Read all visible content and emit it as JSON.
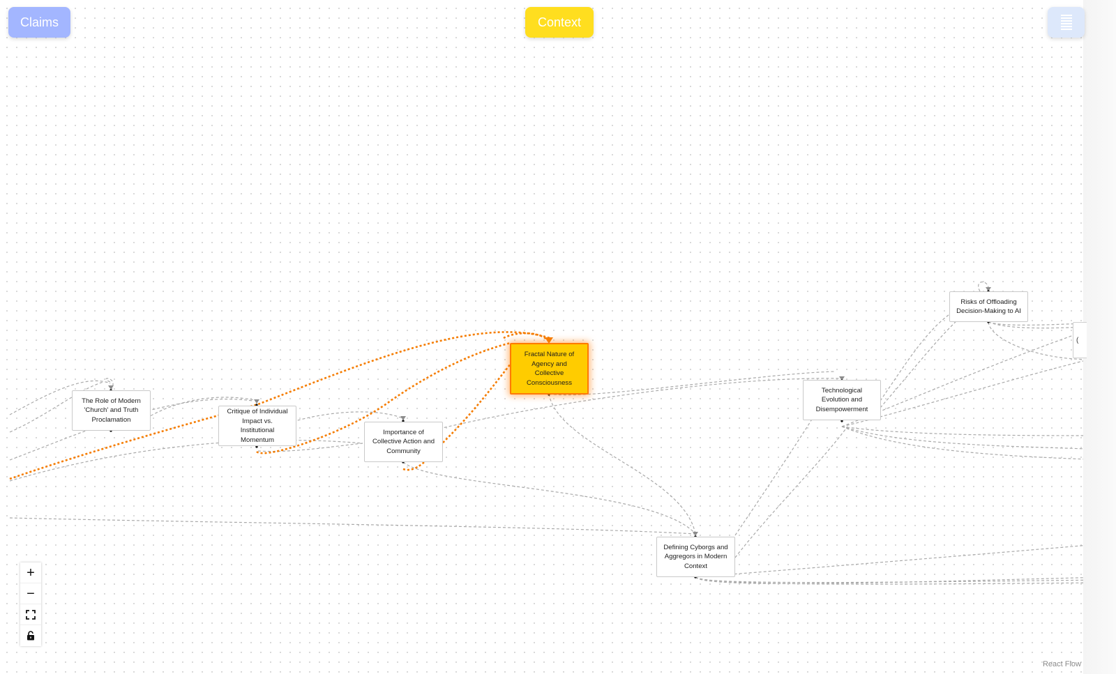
{
  "toolbar": {
    "claims_label": "Claims",
    "context_label": "Context",
    "document_icon": "document-lines-icon",
    "claims_color": "#a3b6ff",
    "context_color": "#ffde1f"
  },
  "nodes": [
    {
      "id": "church",
      "label": "The Role of Modern 'Church' and Truth Proclamation"
    },
    {
      "id": "critique",
      "label": "Critique of Individual Impact vs. Institutional Momentum"
    },
    {
      "id": "collective",
      "label": "Importance of Collective Action and Community"
    },
    {
      "id": "fractal",
      "label": "Fractal Nature of Agency and Collective Consciousness",
      "selected": true
    },
    {
      "id": "cyborgs",
      "label": "Defining Cyborgs and Aggregors in Modern Context"
    },
    {
      "id": "tech",
      "label": "Technological Evolution and Disempowerment"
    },
    {
      "id": "risks",
      "label": "Risks of Offloading Decision-Making to AI"
    }
  ],
  "offscreen_node_label": "(",
  "selected_color": "#ffcc00",
  "highlight_edge_color": "#f57c00",
  "controls": {
    "zoom_in": "+",
    "zoom_out": "−",
    "fit_view_icon": "fit-view-icon",
    "lock_icon": "lock-icon"
  },
  "attribution": "React Flow"
}
